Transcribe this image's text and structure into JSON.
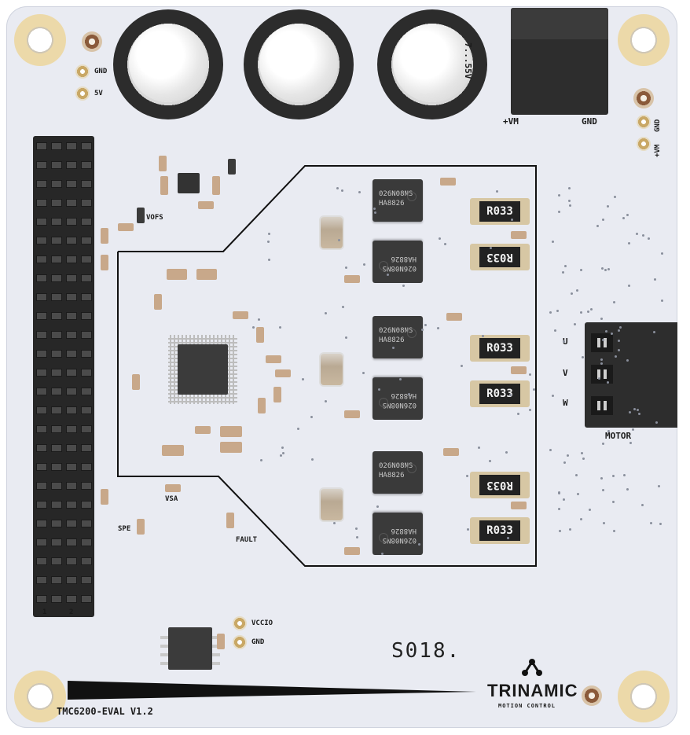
{
  "board": {
    "name": "TMC6200-EVAL V1.2",
    "supply_range": "7...55V",
    "silkscreen": {
      "gnd_top": "GND",
      "five_v": "5V",
      "plus_vm": "+VM",
      "gnd_power": "GND",
      "tp_gnd": "GND",
      "tp_vm": "+VM",
      "vofs": "VOFS",
      "vsa": "VSA",
      "spe": "SPE",
      "fault": "FAULT",
      "vccio": "VCCIO",
      "gnd_bottom": "GND",
      "header_pin1": "1",
      "header_pin2": "2",
      "motor": "MOTOR",
      "phase_u": "U",
      "phase_v": "V",
      "phase_w": "W",
      "handwritten": "S018."
    },
    "mosfet_marking": {
      "line1": "026N08NS",
      "line2": "HA8826"
    },
    "shunt_marking": "R033",
    "logo": {
      "brand": "TRINAMIC",
      "tagline": "MOTION CONTROL"
    },
    "colors": {
      "pcb": "#e9ebf2",
      "silkscreen": "#1a1a1a",
      "copper_pad": "#ecd9a9",
      "component_dark": "#3a3a3a"
    }
  }
}
